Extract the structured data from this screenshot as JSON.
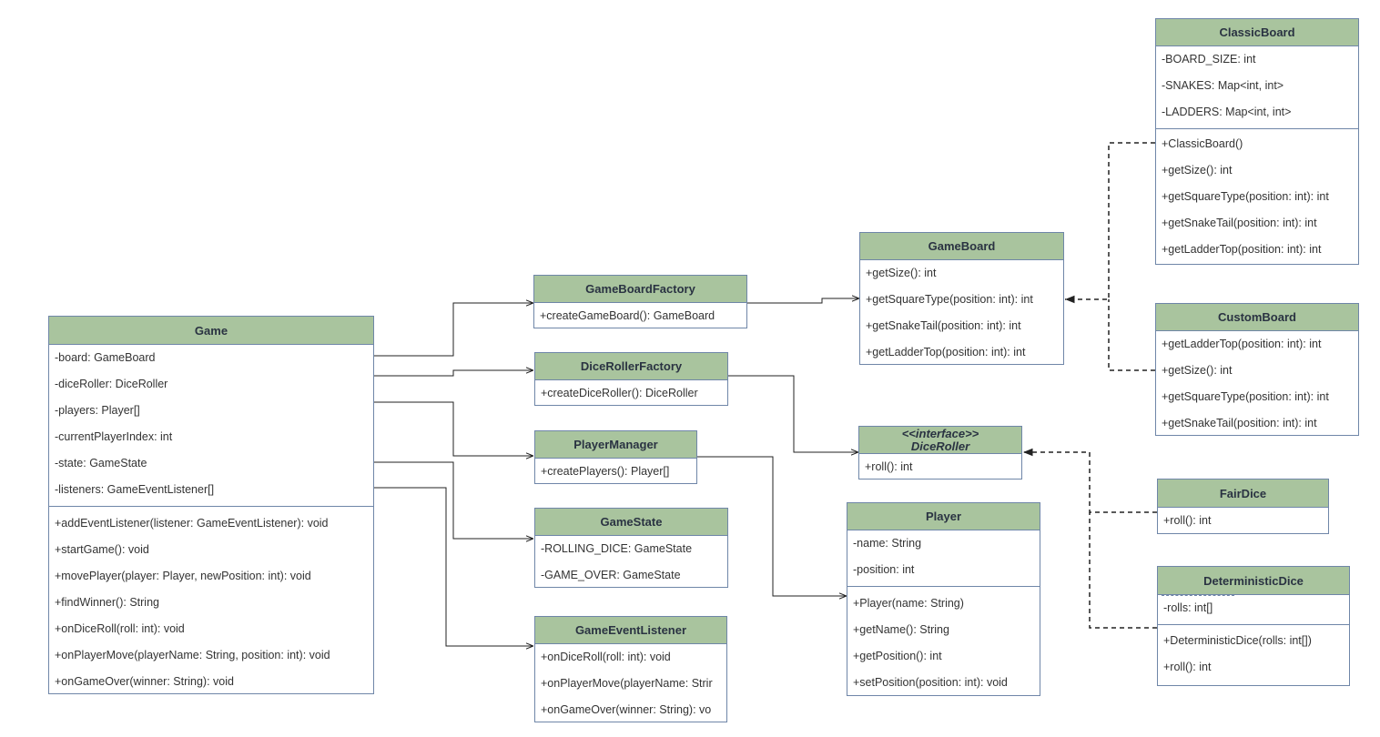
{
  "diagram": {
    "classes": [
      {
        "id": "game",
        "name": "Game",
        "attributes": [
          "-board: GameBoard",
          "-diceRoller: DiceRoller",
          "-players: Player[]",
          "-currentPlayerIndex: int",
          "-state: GameState",
          "-listeners: GameEventListener[]"
        ],
        "methods": [
          "+addEventListener(listener: GameEventListener): void",
          "+startGame(): void",
          "+movePlayer(player: Player, newPosition: int): void",
          "+findWinner(): String",
          "+onDiceRoll(roll: int): void",
          "+onPlayerMove(playerName: String, position: int): void",
          "+onGameOver(winner: String): void"
        ]
      },
      {
        "id": "gameboardfactory",
        "name": "GameBoardFactory",
        "attributes": [
          "+createGameBoard(): GameBoard"
        ],
        "methods": []
      },
      {
        "id": "dicerollerfactory",
        "name": "DiceRollerFactory",
        "attributes": [
          "+createDiceRoller(): DiceRoller"
        ],
        "methods": []
      },
      {
        "id": "playermanager",
        "name": "PlayerManager",
        "attributes": [
          "+createPlayers(): Player[]"
        ],
        "methods": []
      },
      {
        "id": "gamestate",
        "name": "GameState",
        "attributes": [
          "-ROLLING_DICE: GameState",
          "-GAME_OVER: GameState"
        ],
        "methods": []
      },
      {
        "id": "gameeventlistener",
        "name": "GameEventListener",
        "attributes": [
          "+onDiceRoll(roll: int): void",
          "+onPlayerMove(playerName: Strir",
          "+onGameOver(winner: String): vo"
        ],
        "methods": []
      },
      {
        "id": "gameboard",
        "name": "GameBoard",
        "attributes": [
          "+getSize(): int",
          "+getSquareType(position: int): int",
          "+getSnakeTail(position: int): int",
          "+getLadderTop(position: int): int"
        ],
        "methods": []
      },
      {
        "id": "diceroller",
        "stereotype": "<<interface>>",
        "name": "DiceRoller",
        "attributes": [
          "+roll(): int"
        ],
        "methods": []
      },
      {
        "id": "player",
        "name": "Player",
        "attributes": [
          "-name: String",
          "-position: int"
        ],
        "methods": [
          "+Player(name: String)",
          "+getName(): String",
          "+getPosition(): int",
          "+setPosition(position: int): void"
        ]
      },
      {
        "id": "classicboard",
        "name": "ClassicBoard",
        "attributes": [
          "-BOARD_SIZE: int",
          "-SNAKES: Map<int, int>",
          "-LADDERS: Map<int, int>"
        ],
        "methods": [
          "+ClassicBoard()",
          "+getSize(): int",
          "+getSquareType(position: int): int",
          "+getSnakeTail(position: int): int",
          "+getLadderTop(position: int): int"
        ]
      },
      {
        "id": "customboard",
        "name": "CustomBoard",
        "attributes": [
          "+getLadderTop(position: int): int",
          "+getSize(): int",
          "+getSquareType(position: int): int",
          "+getSnakeTail(position: int): int"
        ],
        "methods": []
      },
      {
        "id": "fairdice",
        "name": "FairDice",
        "attributes": [
          "+roll(): int"
        ],
        "methods": []
      },
      {
        "id": "deterministicdice",
        "name": "DeterministicDice",
        "attributes": [
          "-rolls: int[]"
        ],
        "methods": [
          "+DeterministicDice(rolls: int[])",
          "+roll(): int"
        ]
      }
    ],
    "relations": [
      {
        "from": "game",
        "to": "gameboardfactory",
        "kind": "association"
      },
      {
        "from": "game",
        "to": "dicerollerfactory",
        "kind": "association"
      },
      {
        "from": "game",
        "to": "playermanager",
        "kind": "association"
      },
      {
        "from": "game",
        "to": "gamestate",
        "kind": "association"
      },
      {
        "from": "game",
        "to": "gameeventlistener",
        "kind": "association"
      },
      {
        "from": "gameboardfactory",
        "to": "gameboard",
        "kind": "association"
      },
      {
        "from": "dicerollerfactory",
        "to": "diceroller",
        "kind": "association"
      },
      {
        "from": "playermanager",
        "to": "player",
        "kind": "association"
      },
      {
        "from": "classicboard",
        "to": "gameboard",
        "kind": "realization"
      },
      {
        "from": "customboard",
        "to": "gameboard",
        "kind": "realization"
      },
      {
        "from": "fairdice",
        "to": "diceroller",
        "kind": "realization"
      },
      {
        "from": "deterministicdice",
        "to": "diceroller",
        "kind": "realization"
      }
    ],
    "colors": {
      "header": "#a9c49e",
      "border": "#6f86a8",
      "text": "#333333",
      "title": "#2a3342",
      "line": "#222222"
    }
  }
}
